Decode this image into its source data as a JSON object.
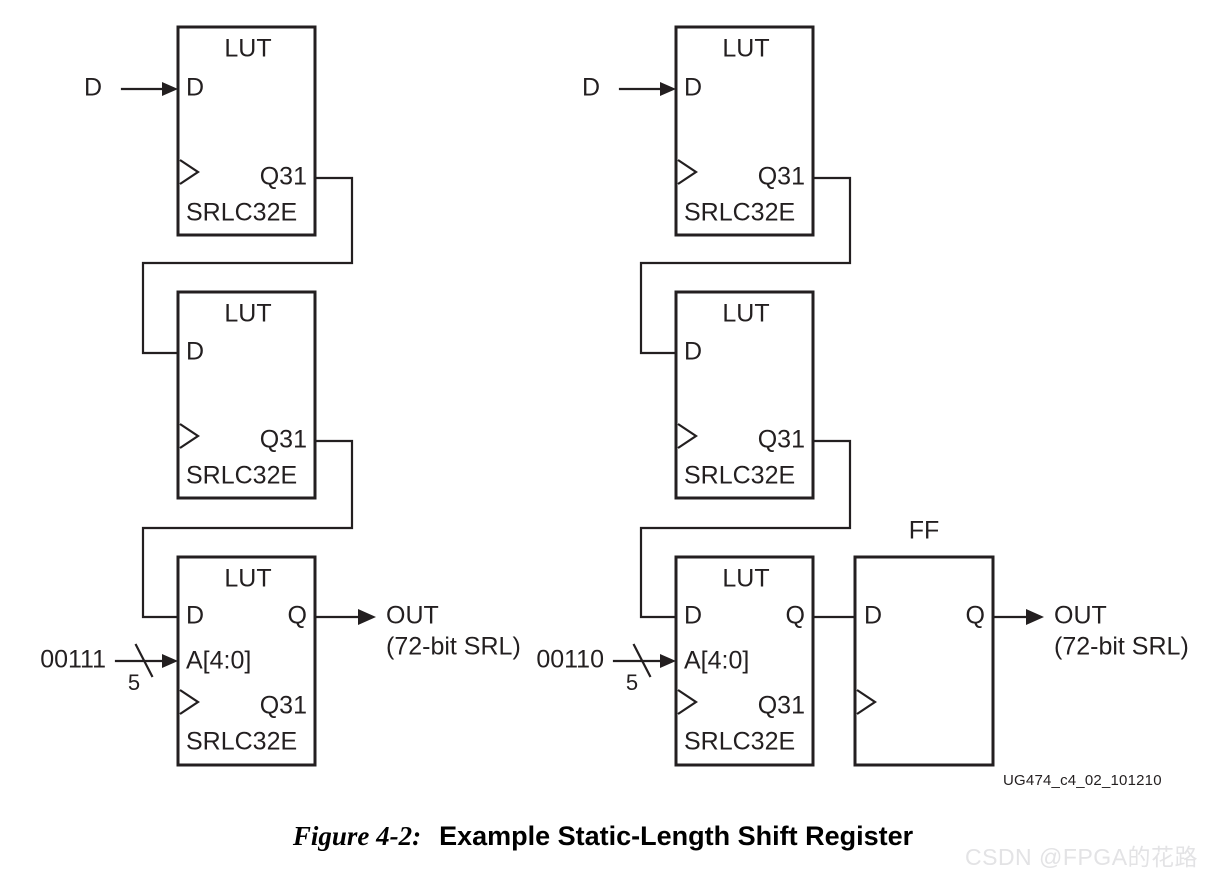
{
  "figure": {
    "caption_number": "Figure 4-2:",
    "caption_title": "Example Static-Length Shift Register",
    "doc_id": "UG474_c4_02_101210",
    "watermark": "CSDN @FPGA的花路",
    "line_color": "#231f20",
    "background": "#ffffff"
  },
  "left_column": {
    "input_label": "D",
    "address_value": "00111",
    "bus_width": "5",
    "output_label": "OUT",
    "output_sub": "(72-bit SRL)",
    "blocks": [
      {
        "title": "LUT",
        "subtitle": "SRLC32E",
        "pin_in": "D",
        "pin_cascade": "Q31",
        "pin_addr": "",
        "pin_out": ""
      },
      {
        "title": "LUT",
        "subtitle": "SRLC32E",
        "pin_in": "D",
        "pin_cascade": "Q31",
        "pin_addr": "",
        "pin_out": ""
      },
      {
        "title": "LUT",
        "subtitle": "SRLC32E",
        "pin_in": "D",
        "pin_cascade": "Q31",
        "pin_addr": "A[4:0]",
        "pin_out": "Q"
      }
    ]
  },
  "right_column": {
    "input_label": "D",
    "address_value": "00110",
    "bus_width": "5",
    "output_label": "OUT",
    "output_sub": "(72-bit SRL)",
    "blocks": [
      {
        "title": "LUT",
        "subtitle": "SRLC32E",
        "pin_in": "D",
        "pin_cascade": "Q31",
        "pin_addr": "",
        "pin_out": ""
      },
      {
        "title": "LUT",
        "subtitle": "SRLC32E",
        "pin_in": "D",
        "pin_cascade": "Q31",
        "pin_addr": "",
        "pin_out": ""
      },
      {
        "title": "LUT",
        "subtitle": "SRLC32E",
        "pin_in": "D",
        "pin_cascade": "Q31",
        "pin_addr": "A[4:0]",
        "pin_out": "Q"
      }
    ],
    "flipflop": {
      "title": "FF",
      "pin_in": "D",
      "pin_out": "Q"
    }
  }
}
